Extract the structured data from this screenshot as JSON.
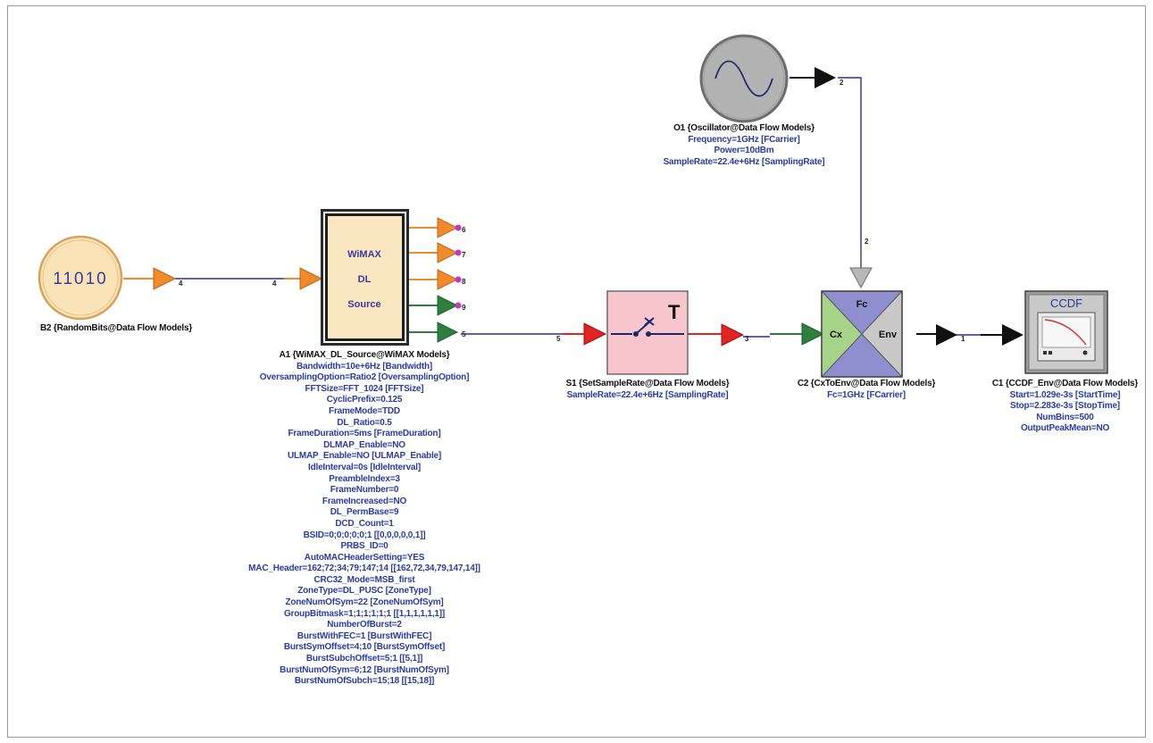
{
  "blocks": {
    "random_bits": {
      "display": "11010",
      "name": "B2 {RandomBits@Data Flow Models}"
    },
    "wimax_source": {
      "lines": [
        "WiMAX",
        "DL",
        "Source"
      ],
      "name": "A1 {WiMAX_DL_Source@WiMAX Models}",
      "params": [
        "Bandwidth=10e+6Hz [Bandwidth]",
        "OversamplingOption=Ratio2 [OversamplingOption]",
        "FFTSize=FFT_1024 [FFTSize]",
        "CyclicPrefix=0.125",
        "FrameMode=TDD",
        "DL_Ratio=0.5",
        "FrameDuration=5ms [FrameDuration]",
        "DLMAP_Enable=NO",
        "ULMAP_Enable=NO [ULMAP_Enable]",
        "IdleInterval=0s [IdleInterval]",
        "PreambleIndex=3",
        "FrameNumber=0",
        "FrameIncreased=NO",
        "DL_PermBase=9",
        "DCD_Count=1",
        "BSID=0;0;0;0;0;1 [[0,0,0,0,0,1]]",
        "PRBS_ID=0",
        "AutoMACHeaderSetting=YES",
        "MAC_Header=162;72;34;79;147;14 [[162,72,34,79,147,14]]",
        "CRC32_Mode=MSB_first",
        "ZoneType=DL_PUSC [ZoneType]",
        "ZoneNumOfSym=22 [ZoneNumOfSym]",
        "GroupBitmask=1;1;1;1;1;1 [[1,1,1,1,1,1]]",
        "NumberOfBurst=2",
        "BurstWithFEC=1 [BurstWithFEC]",
        "BurstSymOffset=4;10 [BurstSymOffset]",
        "BurstSubchOffset=5;1 [[5,1]]",
        "BurstNumOfSym=6;12 [BurstNumOfSym]",
        "BurstNumOfSubch=15;18 [[15,18]]"
      ]
    },
    "set_sample_rate": {
      "symbol": "T",
      "name": "S1 {SetSampleRate@Data Flow Models}",
      "params": [
        "SampleRate=22.4e+6Hz [SamplingRate]"
      ]
    },
    "oscillator": {
      "name": "O1 {Oscillator@Data Flow Models}",
      "params": [
        "Frequency=1GHz [FCarrier]",
        "Power=10dBm",
        "SampleRate=22.4e+6Hz [SamplingRate]"
      ]
    },
    "cx_to_env": {
      "port_fc": "Fc",
      "port_cx": "Cx",
      "port_env": "Env",
      "name": "C2 {CxToEnv@Data Flow Models}",
      "params": [
        "Fc=1GHz [FCarrier]"
      ]
    },
    "ccdf_env": {
      "title": "CCDF",
      "name": "C1 {CCDF_Env@Data Flow Models}",
      "params": [
        "Start=1.029e-3s [StartTime]",
        "Stop=2.283e-3s [StopTime]",
        "NumBins=500",
        "OutputPeakMean=NO"
      ]
    }
  },
  "port_numbers": {
    "a1_out6": "6",
    "a1_out7": "7",
    "a1_out8": "8",
    "a1_out9": "9",
    "a1_out5": "5",
    "wire_bits_a": "4",
    "wire_bits_b": "4",
    "wire_5": "5",
    "wire_3": "3",
    "wire_1": "1",
    "osc_out": "2",
    "osc_in": "2"
  },
  "colors": {
    "orange": "#f08a2c",
    "green": "#2f7d3f",
    "red": "#e02424",
    "black": "#111111",
    "wire_blue": "#2c2c9c",
    "param_blue": "#2a3d9c",
    "cxenv_purple": "#8f8fd0",
    "cxenv_green": "#a6d28a",
    "cxenv_gray": "#c8c8c8",
    "ssr_pink": "#f7c6cc",
    "wimax_fill": "#fbe6c2",
    "bits_fill": "#fbe3b8"
  }
}
